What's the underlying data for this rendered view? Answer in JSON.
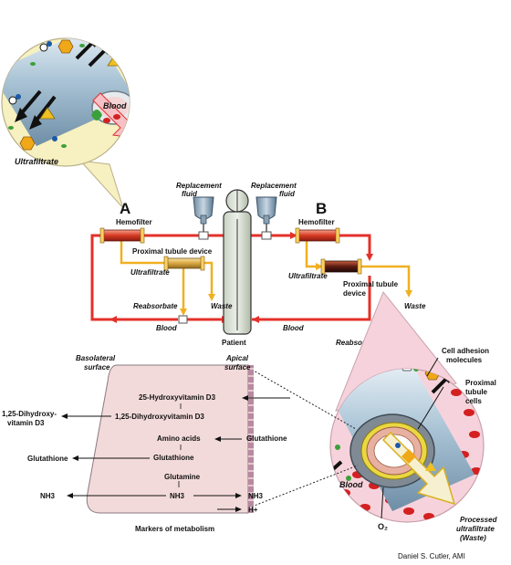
{
  "labels": {
    "panel_a": "A",
    "panel_b": "B",
    "hemofilter_a": "Hemofilter",
    "hemofilter_b": "Hemofilter",
    "proximal_tubule_device_a": "Proximal tubule device",
    "proximal_tubule_device_b_line1": "Proximal tubule",
    "proximal_tubule_device_b_line2": "device",
    "replacement_fluid_a_line1": "Replacement",
    "replacement_fluid_a_line2": "fluid",
    "replacement_fluid_b_line1": "Replacement",
    "replacement_fluid_b_line2": "fluid",
    "ultrafiltrate_a": "Ultrafiltrate",
    "ultrafiltrate_b": "Ultrafiltrate",
    "waste_a": "Waste",
    "waste_b": "Waste",
    "reabsorbate_a": "Reabsorbate",
    "reabsorbate_b": "Reabsorbate",
    "blood_a": "Blood",
    "blood_b": "Blood",
    "patient": "Patient",
    "inset_blood": "Blood",
    "inset_ultrafiltrate": "Ultrafiltrate",
    "cell_adhesion_line1": "Cell adhesion",
    "cell_adhesion_line2": "molecules",
    "proximal_cells_line1": "Proximal",
    "proximal_cells_line2": "tubule",
    "proximal_cells_line3": "cells",
    "lower_blood": "Blood",
    "o2": "O₂",
    "processed_line1": "Processed",
    "processed_line2": "ultrafiltrate",
    "processed_line3": "(Waste)",
    "credit": "Daniel S. Cutler, AMI"
  },
  "metabolism": {
    "basolateral_line1": "Basolateral",
    "basolateral_line2": "surface",
    "apical_line1": "Apical",
    "apical_line2": "surface",
    "hydroxy_d3": "25-Hydroxyvitamin D3",
    "dihydroxy_d3_inner": "1,25-Dihydroxyvitamin D3",
    "dihydroxy_d3_out_line1": "1,25-Dihydroxy-",
    "dihydroxy_d3_out_line2": "vitamin D3",
    "amino_acids": "Amino acids",
    "glutathione_inner": "Glutathione",
    "glutathione_right": "Glutathione",
    "glutathione_left": "Glutathione",
    "glutamine": "Glutamine",
    "nh3_inner": "NH3",
    "nh3_left": "NH3",
    "nh3_right": "NH3",
    "h_plus": "H+",
    "caption": "Markers of metabolism"
  },
  "colors": {
    "blood_line": "#e4302a",
    "ultrafiltrate_line": "#f0b020",
    "cell_fill": "#f3dada",
    "callout_upper": "#f7f0c0",
    "callout_lower": "#f6d3dc",
    "tube_blue": "#aac4d6",
    "rbc": "#d42020"
  }
}
